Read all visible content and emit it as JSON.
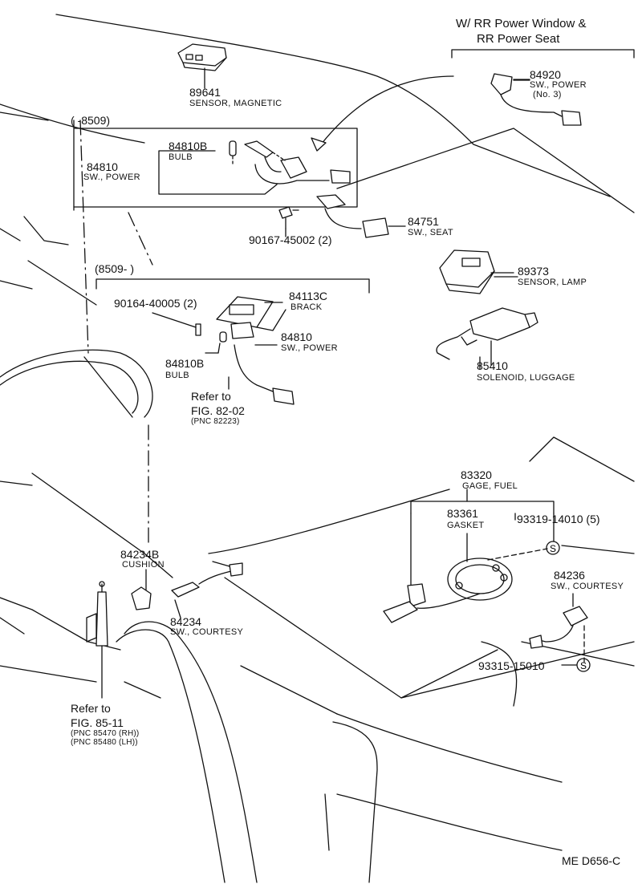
{
  "header": {
    "line1": "W/ RR Power Window &",
    "line2": "RR Power Seat"
  },
  "ranges": {
    "upper": "(      -8509)",
    "lower": "(8509-        )"
  },
  "parts": {
    "p89641": {
      "number": "89641",
      "name": "SENSOR, MAGNETIC"
    },
    "p84920": {
      "number": "84920",
      "name": "SW., POWER",
      "note": "(No. 3)"
    },
    "p84810B_a": {
      "number": "84810B",
      "name": "BULB"
    },
    "p84810_a": {
      "number": "84810",
      "name": "SW., POWER"
    },
    "p84751": {
      "number": "84751",
      "name": "SW., SEAT"
    },
    "p90167": {
      "number": "90167-45002 (2)"
    },
    "p89373": {
      "number": "89373",
      "name": "SENSOR, LAMP"
    },
    "p90164": {
      "number": "90164-40005 (2)"
    },
    "p84113C": {
      "number": "84113C",
      "name": "BRACK"
    },
    "p84810_b": {
      "number": "84810",
      "name": "SW., POWER"
    },
    "p84810B_b": {
      "number": "84810B",
      "name": "BULB"
    },
    "p85410": {
      "number": "85410",
      "name": "SOLENOID, LUGGAGE"
    },
    "p83320": {
      "number": "83320",
      "name": "GAGE, FUEL"
    },
    "p83361": {
      "number": "83361",
      "name": "GASKET"
    },
    "p93319": {
      "number": "93319-14010 (5)"
    },
    "p84234B": {
      "number": "84234B",
      "name": "CUSHION"
    },
    "p84234": {
      "number": "84234",
      "name": "SW., COURTESY"
    },
    "p84236": {
      "number": "84236",
      "name": "SW., COURTESY"
    },
    "p93315": {
      "number": "93315-15010"
    }
  },
  "refs": {
    "ref1": {
      "line1": "Refer to",
      "line2": "FIG. 82-02",
      "line3": "(PNC 82223)"
    },
    "ref2": {
      "line1": "Refer to",
      "line2": "FIG. 85-11",
      "line3": "(PNC 85470  (RH))",
      "line4": "(PNC 85480  (LH))"
    }
  },
  "symbols": {
    "screw": "S"
  },
  "footer": {
    "code": "ME  D656-C"
  }
}
